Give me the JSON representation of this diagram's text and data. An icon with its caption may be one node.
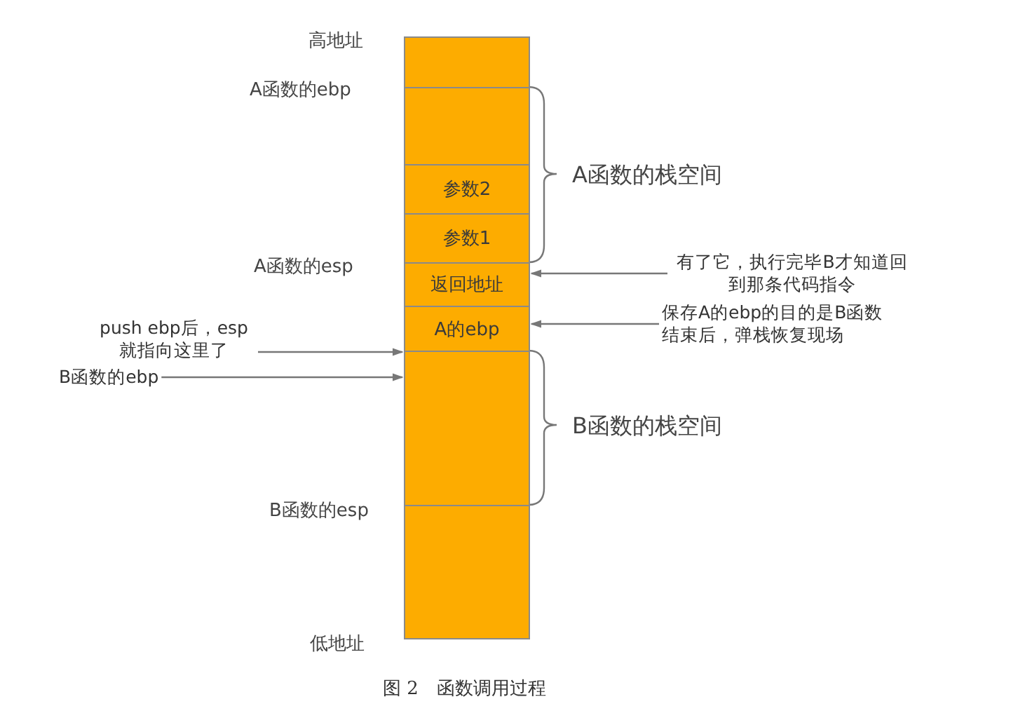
{
  "diagram": {
    "caption": "图 2　函数调用过程",
    "nodes": [
      {
        "text": [],
        "shape": "box"
      },
      {
        "text": [],
        "shape": "box"
      },
      {
        "text": [
          "参数2"
        ]
      },
      {
        "text": [
          "参数1"
        ]
      },
      {
        "text": [
          "返回地址"
        ]
      },
      {
        "text": [
          "A的ebp"
        ]
      },
      {
        "text": [],
        "shape": "box"
      },
      {
        "text": [],
        "shape": "box"
      },
      {
        "text": [
          "有了它，执行完毕B才知道回到那条代码指令"
        ]
      },
      {
        "text": [
          "保存A的ebp的目的是B函数结束后，弹栈恢复现场"
        ]
      },
      {
        "text": [
          "push ebp后，esp就指向这里了"
        ]
      },
      {
        "text": [
          "B函数的ebp"
        ]
      }
    ],
    "edges": [
      {
        "from": 8,
        "to": 4,
        "arrow": "to"
      },
      {
        "from": 9,
        "to": 5,
        "arrow": "to"
      },
      {
        "from": 10,
        "to": 6,
        "arrow": "to"
      },
      {
        "from": 11,
        "to": 6,
        "arrow": "to"
      }
    ],
    "labels": [
      "高地址",
      "A函数的ebp",
      "A函数的栈空间",
      "A函数的esp",
      "B函数的栈空间",
      "B函数的esp",
      "低地址"
    ]
  }
}
